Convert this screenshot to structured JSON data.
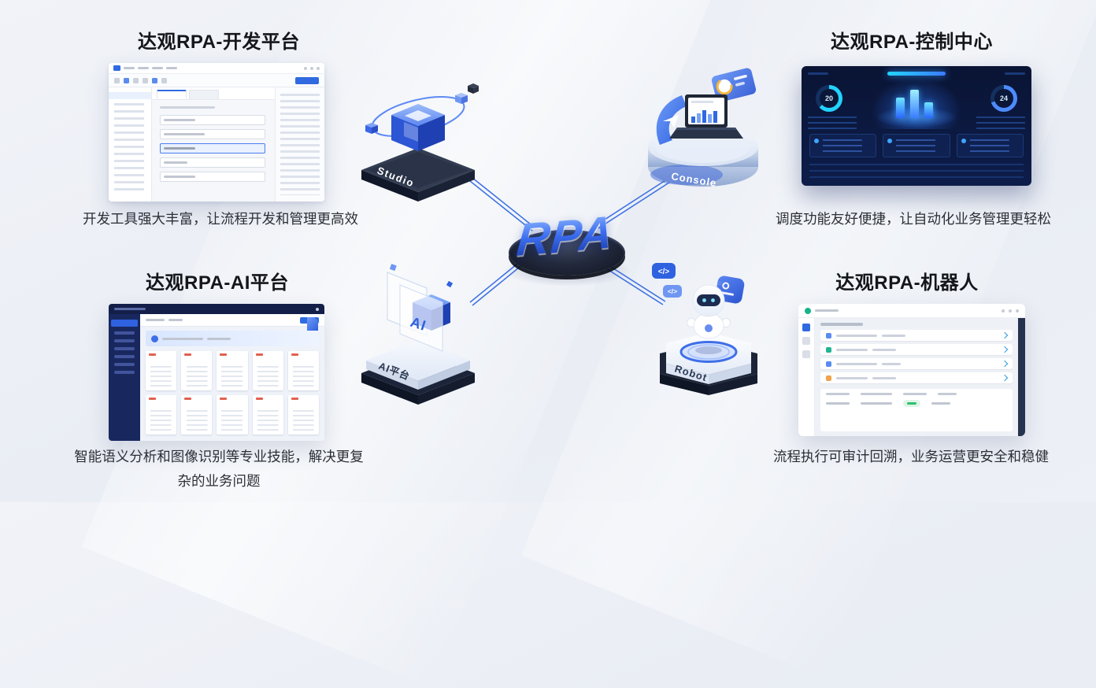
{
  "hub": {
    "label": "RPA"
  },
  "nodes": {
    "studio": {
      "label": "Studio"
    },
    "console": {
      "label": "Console"
    },
    "ai": {
      "label": "AI平台",
      "panel_text": "AI"
    },
    "robot": {
      "label": "Robot",
      "bubble_glyph": "</>"
    }
  },
  "quadrants": {
    "dev": {
      "title": "达观RPA-开发平台",
      "caption": "开发工具强大丰富，让流程开发和管理更高效"
    },
    "control": {
      "title": "达观RPA-控制中心",
      "caption": "调度功能友好便捷，让自动化业务管理更轻松",
      "gauge_left": "20",
      "gauge_right": "24"
    },
    "ai": {
      "title": "达观RPA-AI平台",
      "caption": "智能语义分析和图像识别等专业技能，解决更复杂的业务问题"
    },
    "robot": {
      "title": "达观RPA-机器人",
      "caption": "流程执行可审计回溯，业务运营更安全和稳健"
    }
  },
  "colors": {
    "accent_blue": "#2f6ae0",
    "dark_navy": "#0b1738",
    "brand_green": "#17b28b",
    "status_green": "#2fbf71"
  }
}
